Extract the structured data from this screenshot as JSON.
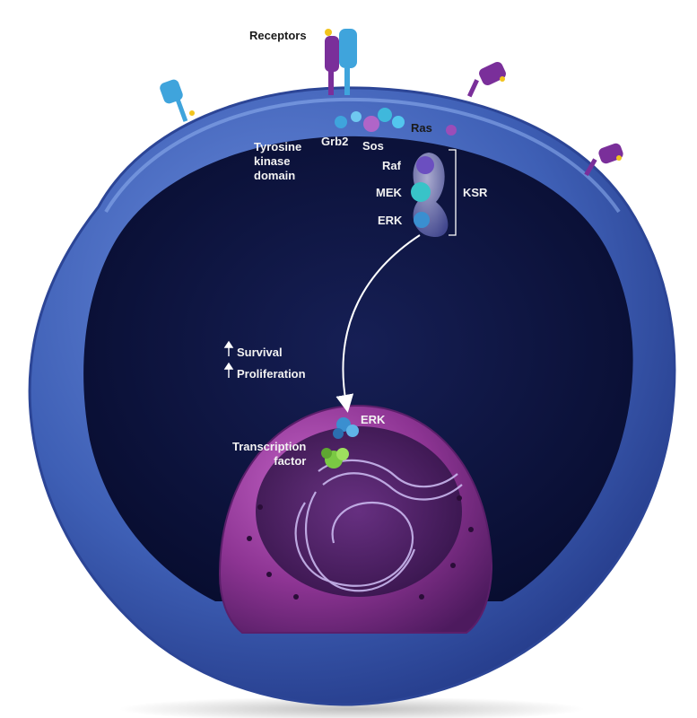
{
  "labels": {
    "receptors": "Receptors",
    "ras": "Ras",
    "grb2": "Grb2",
    "sos": "Sos",
    "tyrosine_kinase_domain": [
      "Tyrosine",
      "kinase",
      "domain"
    ],
    "raf": "Raf",
    "mek": "MEK",
    "erk_cytoplasm": "ERK",
    "ksr": "KSR",
    "survival": "Survival",
    "proliferation": "Proliferation",
    "erk_nucleus": "ERK",
    "transcription_factor": [
      "Transcription",
      "factor"
    ]
  },
  "colors": {
    "cell_membrane": "#3d5fb3",
    "cytoplasm": "#0d1440",
    "nucleus": "#9a3f9e",
    "receptor_blue": "#3fa4dc",
    "receptor_purple": "#7a2f9a",
    "transcription_factor": "#7ac943",
    "erk": "#3a8fd0",
    "mek": "#38c3c8"
  }
}
